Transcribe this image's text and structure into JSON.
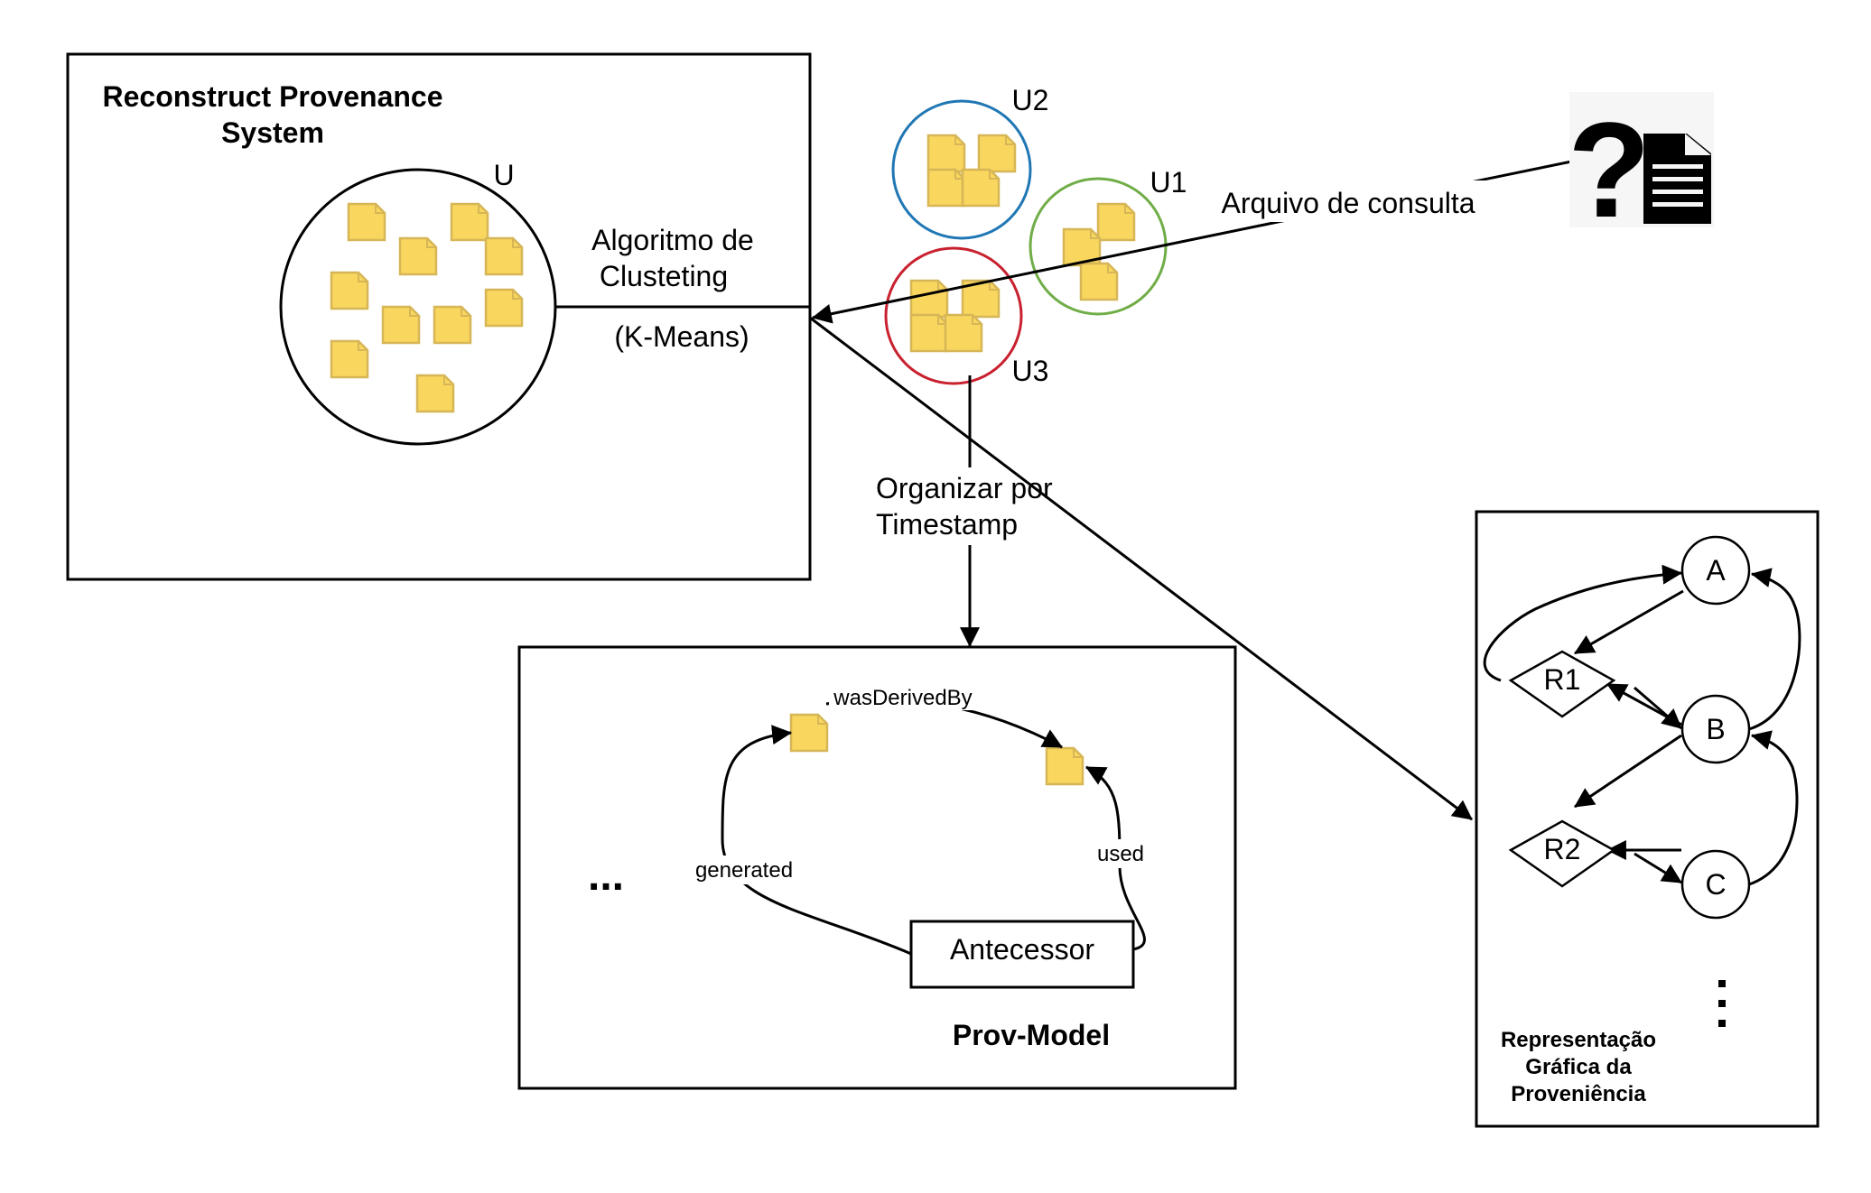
{
  "colors": {
    "note_fill": "#f9d75f",
    "note_stroke": "#d6b656",
    "cluster_u2": "#1f77b4",
    "cluster_u1": "#70ad47",
    "cluster_u3": "#c8202e",
    "line": "#000000"
  },
  "system_box": {
    "title_line1": "Reconstruct Provenance",
    "title_line2": "System",
    "set_label": "U"
  },
  "clustering": {
    "line1": "Algoritmo de",
    "line2": "Clusteting",
    "line3": "(K-Means)"
  },
  "clusters": {
    "u1": "U1",
    "u2": "U2",
    "u3": "U3"
  },
  "query": {
    "label": "Arquivo de consulta",
    "icon": "question-document-icon"
  },
  "organize": {
    "line1": "Organizar por",
    "line2": "Timestamp"
  },
  "prov_model": {
    "title": "Prov-Model",
    "antecessor": "Antecessor",
    "was_derived_by": "wasDerivedBy",
    "generated": "generated",
    "used": "used",
    "ellipsis": "..."
  },
  "graph": {
    "title_line1": "Representação",
    "title_line2": "Gráfica da",
    "title_line3": "Proveniência",
    "node_a": "A",
    "node_b": "B",
    "node_c": "C",
    "node_r1": "R1",
    "node_r2": "R2",
    "ellipsis": "..."
  }
}
